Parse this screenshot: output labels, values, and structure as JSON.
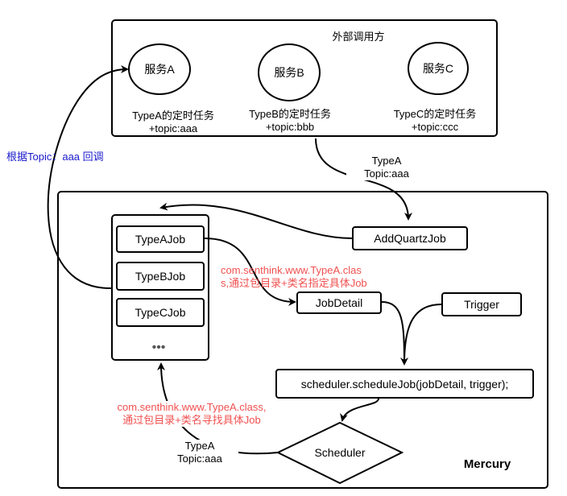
{
  "external": {
    "title": "外部调用方",
    "services": [
      {
        "label": "服务A",
        "desc": "TypeA的定时任务\n+topic:aaa"
      },
      {
        "label": "服务B",
        "desc": "TypeB的定时任务\n+topic:bbb"
      },
      {
        "label": "服务C",
        "desc": "TypeC的定时任务\n+topic:ccc"
      }
    ]
  },
  "callback_label": "根据Topic：aaa 回调",
  "edge_labels": {
    "typea_topic_top": "TypeA\nTopic:aaa",
    "typea_topic_bottom": "TypeA\nTopic:aaa",
    "class_path_top": "com.senthink.www.TypeA.clas\ns,通过包目录+类名指定具体Job",
    "class_path_bottom": "com.senthink.www.TypeA.class,\n通过包目录+类名寻找具体Job"
  },
  "mercury": {
    "title": "Mercury",
    "jobs": [
      "TypeAJob",
      "TypeBJob",
      "TypeCJob"
    ],
    "more": "•••",
    "add_quartz_job": "AddQuartzJob",
    "job_detail": "JobDetail",
    "trigger": "Trigger",
    "schedule_call": "scheduler.scheduleJob(jobDetail, trigger);",
    "scheduler": "Scheduler"
  },
  "colors": {
    "red": "#f05050",
    "blue": "#1a1acc",
    "stroke": "#000000"
  }
}
